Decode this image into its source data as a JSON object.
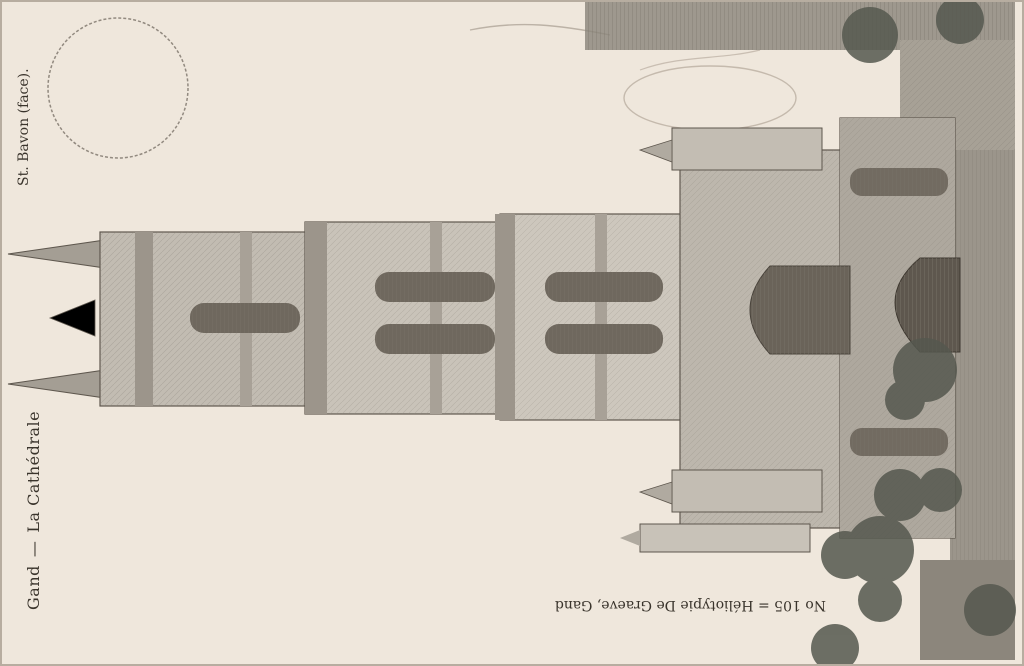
{
  "postcard": {
    "city": "Gand",
    "separator": "—",
    "subject": "La Cathédrale",
    "caption": "St. Bavon (face).",
    "credit": "No 105 = Héliotypie De Graeve, Gand"
  },
  "colors": {
    "paper": "#efe7dc",
    "ink": "#3a342c",
    "stone": "#b9b3a9",
    "stone_dark": "#7f786e",
    "foliage": "#55584f"
  }
}
